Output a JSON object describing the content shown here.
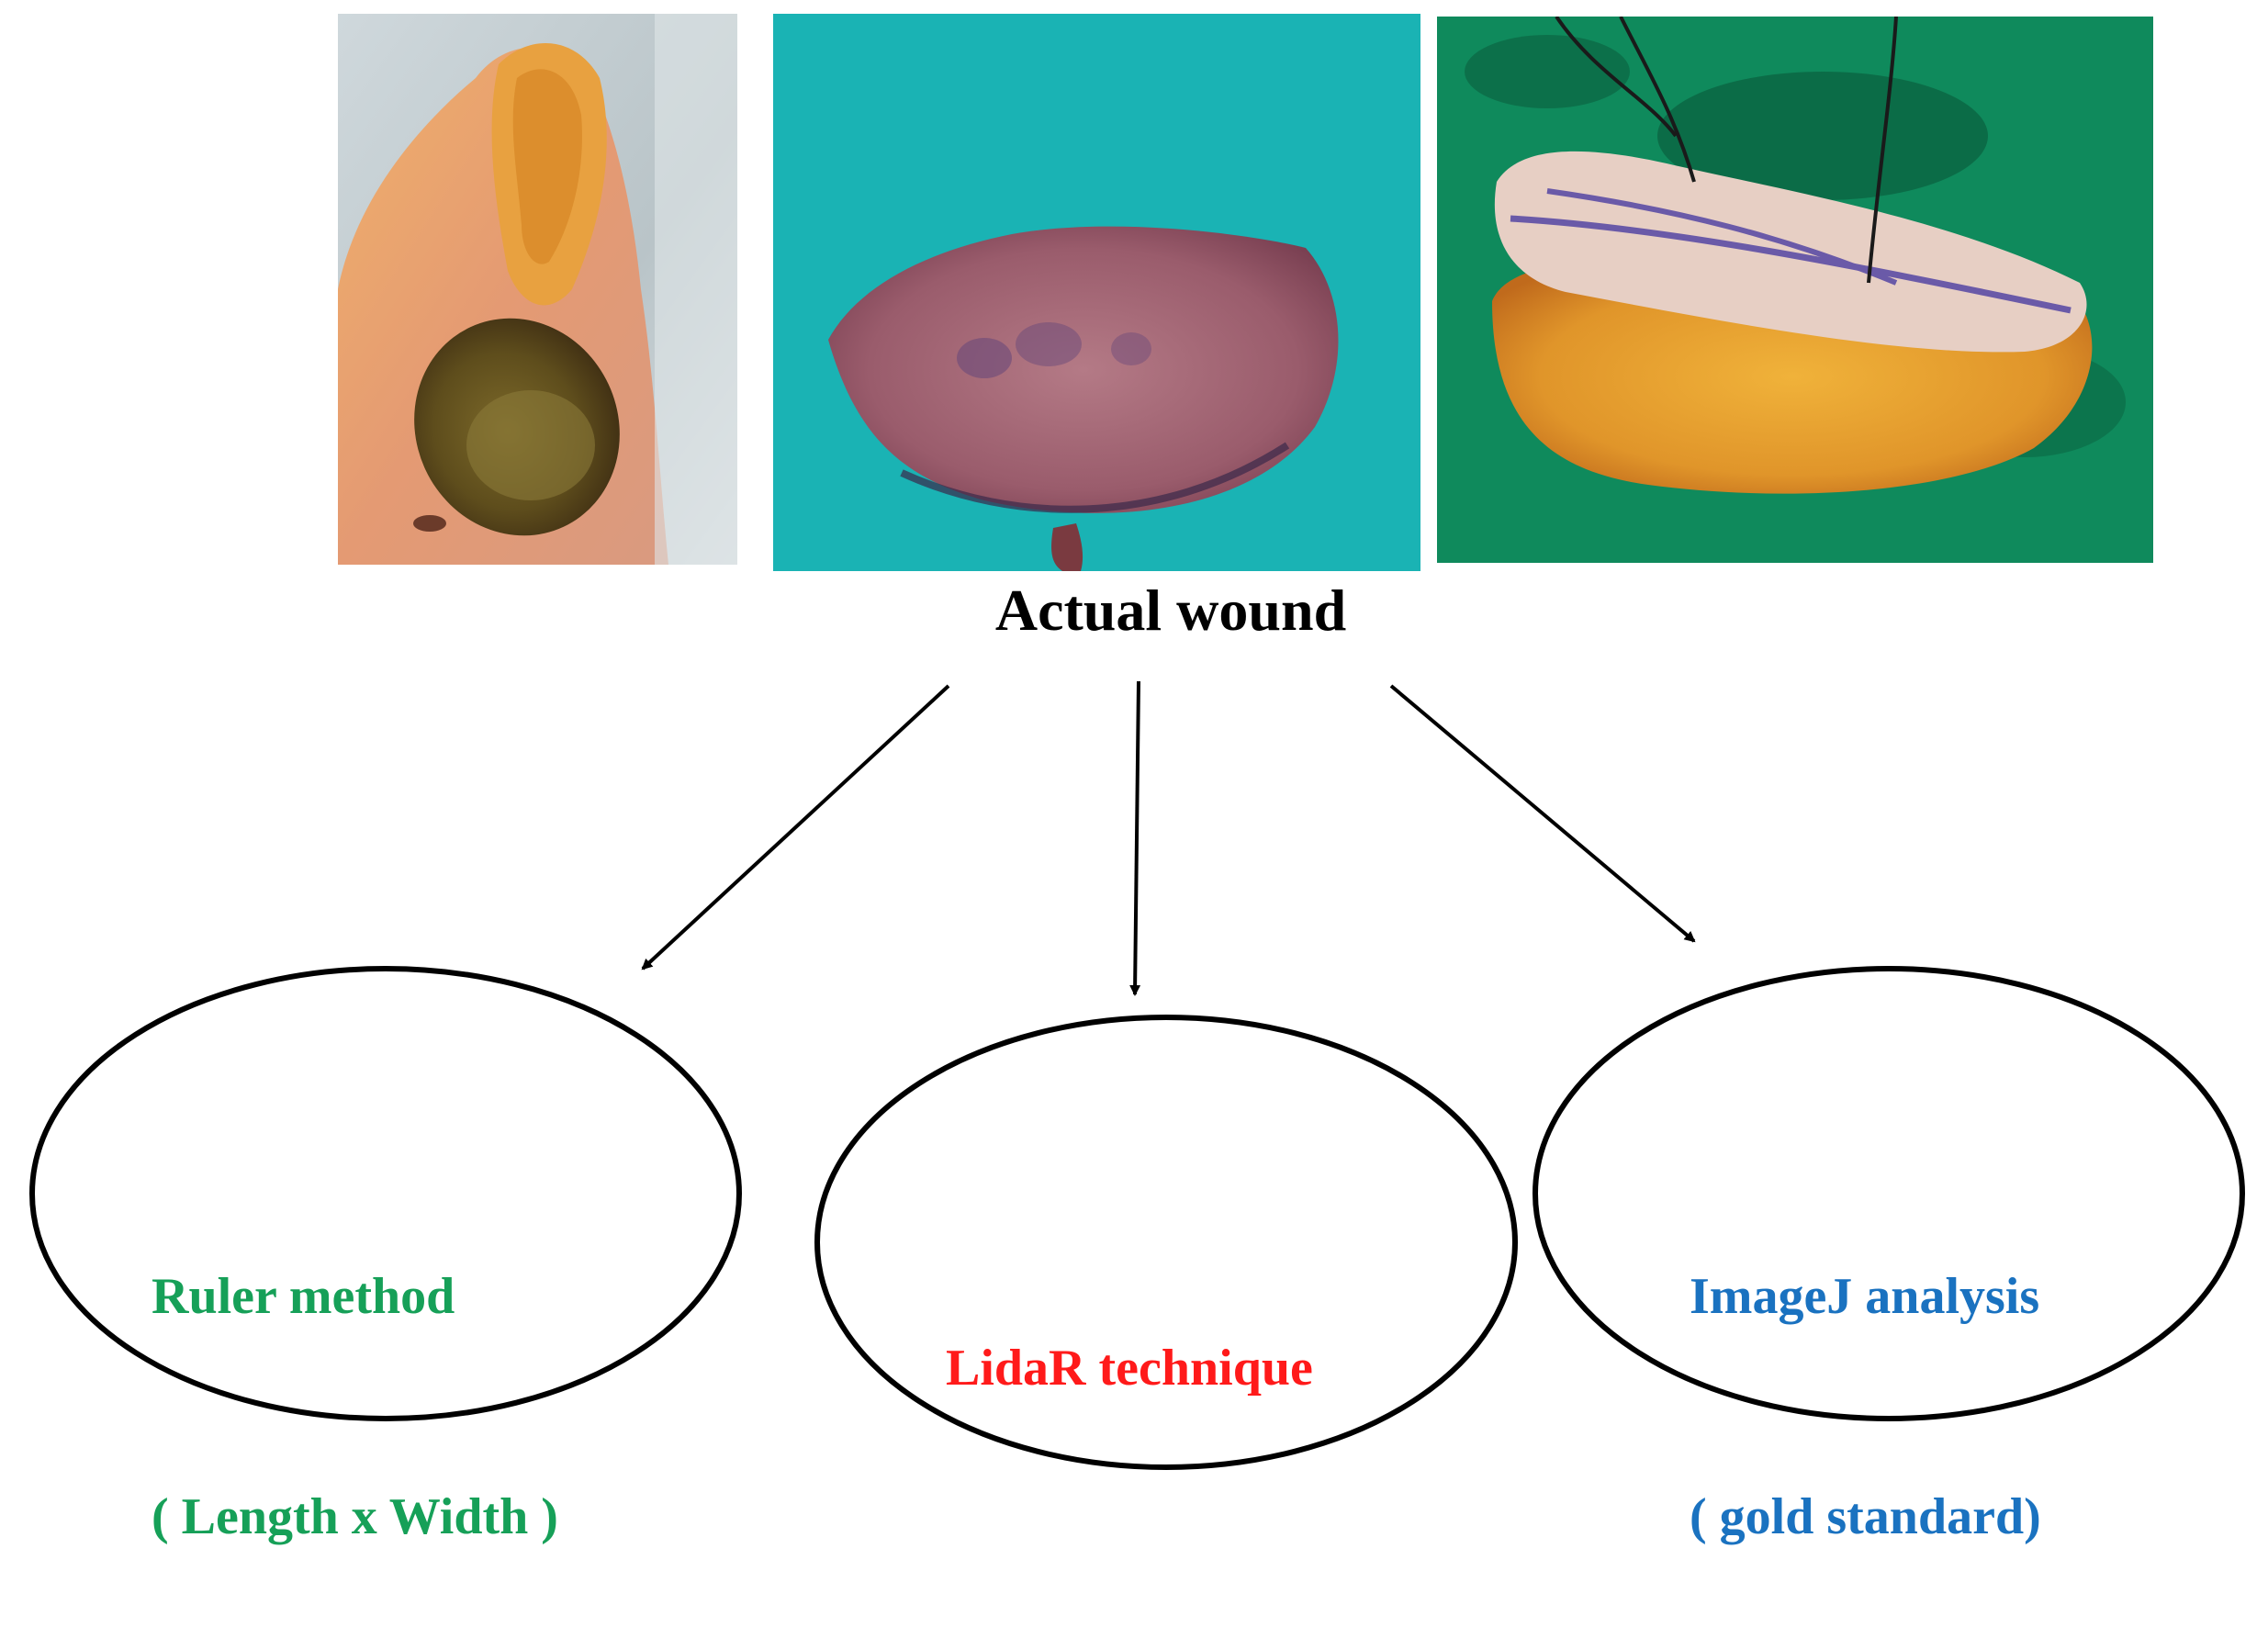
{
  "title": "Actual wound",
  "photos": [
    {
      "name": "toe-wound-photo",
      "subject": "toe with ulcer"
    },
    {
      "name": "excised-skin-photo",
      "subject": "excised skin specimen on teal drape"
    },
    {
      "name": "excised-tissue-photo",
      "subject": "excised skin and fat specimen with sutures on green drape"
    }
  ],
  "methods": [
    {
      "line1": "Ruler method",
      "line2": "( Length x Width )",
      "color": "#16a058"
    },
    {
      "line1": "LidaR technique",
      "line2": "",
      "color": "#ff1a1a"
    },
    {
      "line1": "ImageJ analysis",
      "line2": "( gold standard)",
      "color": "#1a72c0"
    }
  ]
}
